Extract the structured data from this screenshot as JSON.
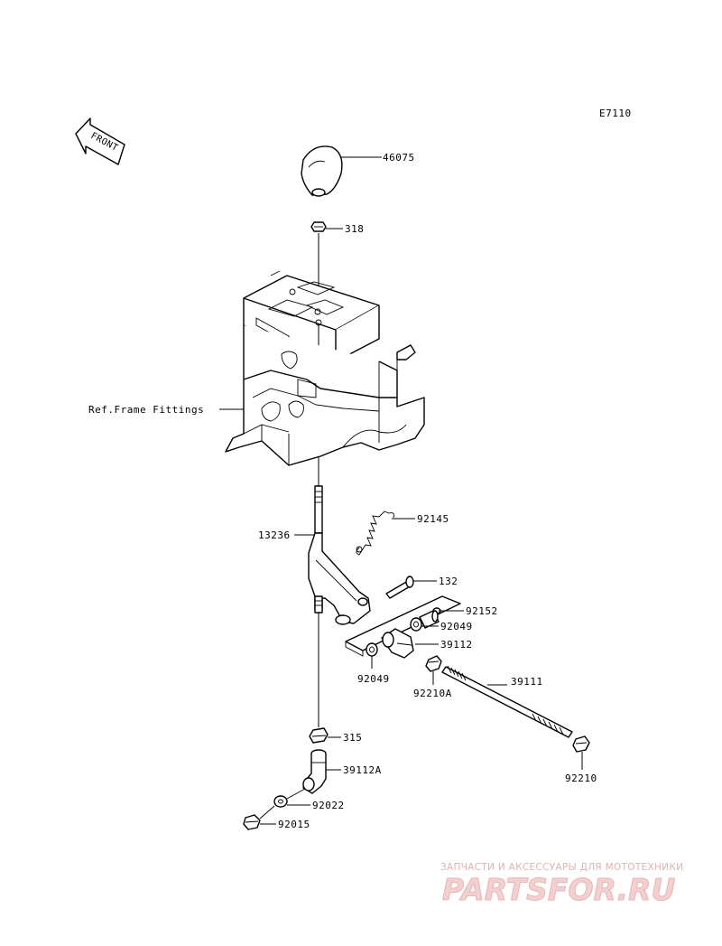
{
  "diagram_code": "E7110",
  "front_label": "FRONT",
  "frame_ref": "Ref.Frame Fittings",
  "parts": {
    "p46075": "46075",
    "p318": "318",
    "p92145": "92145",
    "p13236": "13236",
    "p132": "132",
    "p92152": "92152",
    "p92049a": "92049",
    "p39112": "39112",
    "p92049b": "92049",
    "p92210A": "92210A",
    "p39111": "39111",
    "p315": "315",
    "p39112A": "39112A",
    "p92210": "92210",
    "p92022": "92022",
    "p92015": "92015"
  },
  "watermark": {
    "tagline": "ЗАПЧАСТИ И АКСЕССУАРЫ ДЛЯ МОТОТЕХНИКИ",
    "logo": "PARTSFOR.RU"
  },
  "colors": {
    "ink": "#000000",
    "watermark": "#e5a9a9"
  }
}
